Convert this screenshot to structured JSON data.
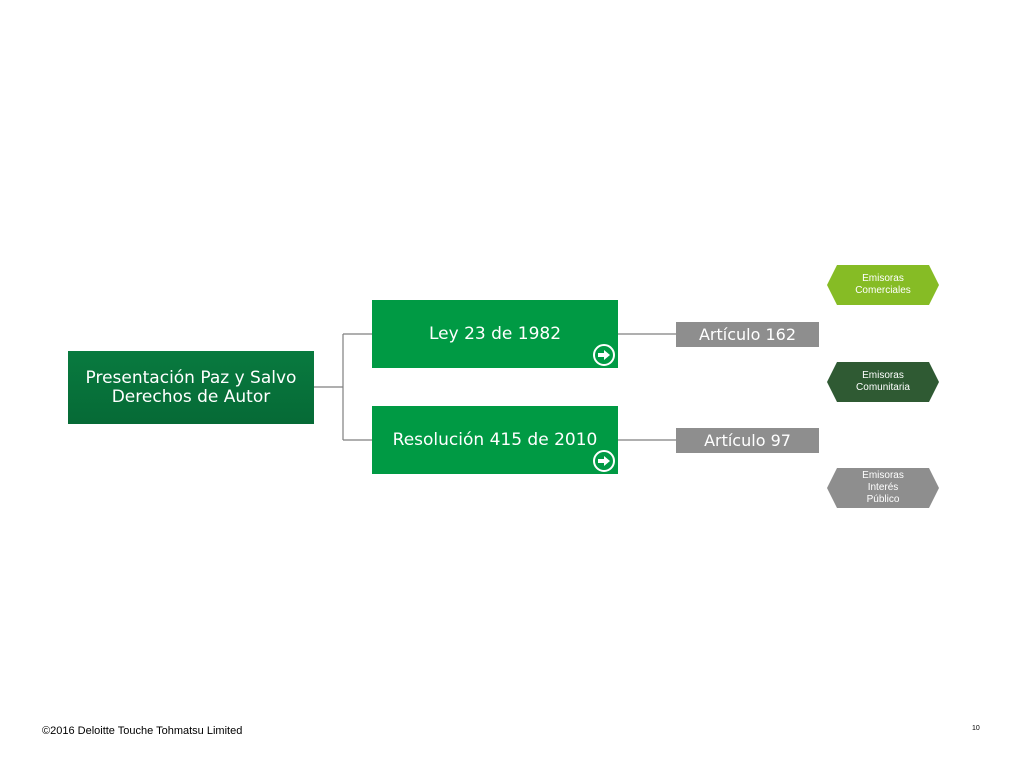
{
  "diagram": {
    "root": {
      "label": "Presentación Paz y Salvo\nDerechos de Autor"
    },
    "laws": [
      {
        "label": "Ley 23 de 1982",
        "article": "Artículo 162"
      },
      {
        "label": "Resolución 415 de 2010",
        "article": "Artículo 97"
      }
    ],
    "categories": [
      {
        "label": "Emisoras\nComerciales",
        "color": "#86bc25"
      },
      {
        "label": "Emisoras\nComunitaria",
        "color": "#2f5a33"
      },
      {
        "label": "Emisoras\nInterés\nPúblico",
        "color": "#8e8e8e"
      }
    ]
  },
  "colors": {
    "main_green": "#087a3f",
    "law_green": "#009a44",
    "article_gray": "#8e8e8e",
    "connector_gray": "#7f7f7f"
  },
  "icons": {
    "law_link": "arrow-right-circle-icon"
  },
  "footer": {
    "copyright": "©2016 Deloitte Touche Tohmatsu Limited",
    "page_number": "10"
  }
}
